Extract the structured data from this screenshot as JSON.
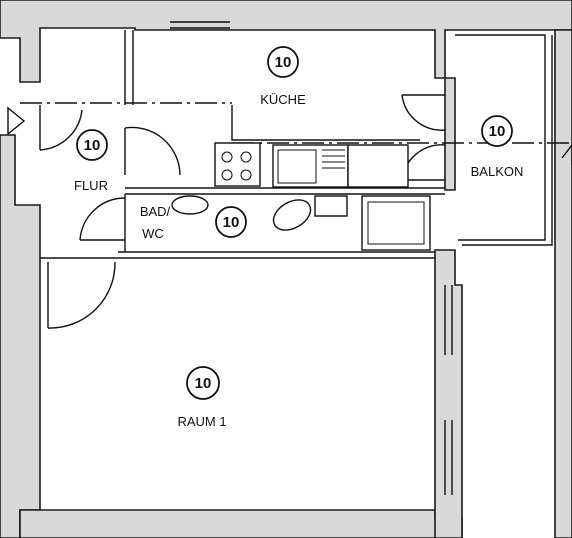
{
  "rooms": [
    {
      "id": "kueche",
      "number": "10",
      "label": "KÜCHE"
    },
    {
      "id": "flur",
      "number": "10",
      "label": "FLUR"
    },
    {
      "id": "bad",
      "number": "10",
      "label_line1": "BAD/",
      "label_line2": "WC"
    },
    {
      "id": "balkon",
      "number": "10",
      "label": "BALKON"
    },
    {
      "id": "raum1",
      "number": "10",
      "label": "RAUM 1"
    }
  ]
}
